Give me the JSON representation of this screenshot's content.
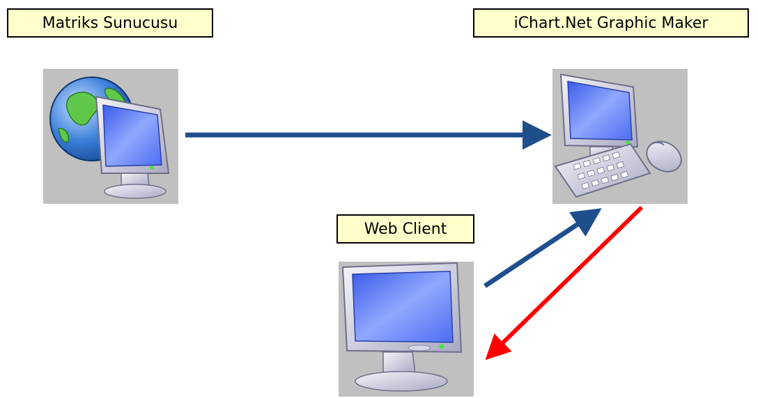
{
  "labels": {
    "server": "Matriks Sunucusu",
    "graphic_maker": "iChart.Net Graphic Maker",
    "client": "Web Client"
  },
  "colors": {
    "label_bg": "#ffffcc",
    "icon_bg": "#c0c0c0",
    "request_arrow": "#1f4e8c",
    "response_arrow": "#ff0000"
  },
  "icons": {
    "server": "globe-computer-icon",
    "graphic_maker": "desktop-keyboard-mouse-icon",
    "client": "monitor-icon"
  }
}
